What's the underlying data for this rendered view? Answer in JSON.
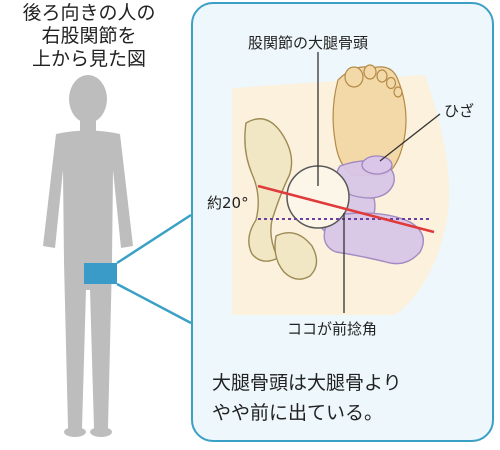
{
  "caption": {
    "lines": [
      "後ろ向きの人の",
      "右股関節を",
      "上から見た図"
    ]
  },
  "labels": {
    "femoral_head": "股関節の大腿骨頭",
    "knee": "ひざ",
    "angle": "約20°",
    "anteversion": "ココが前捻角"
  },
  "description": {
    "lines": [
      "大腿骨頭は大腿骨より",
      "やや前に出ている。"
    ]
  },
  "colors": {
    "accent": "#3aa0c5",
    "highlight": "#3a9bc8",
    "silhouette": "#bdbdbd",
    "femur": "#d9c6e8",
    "pelvis": "#f2e7c4",
    "angle_line": "#e03a3a",
    "reference_line": "#6b3fa0"
  },
  "icons": {
    "figure": "standing-person-back-view-icon",
    "foot": "foot-icon"
  }
}
